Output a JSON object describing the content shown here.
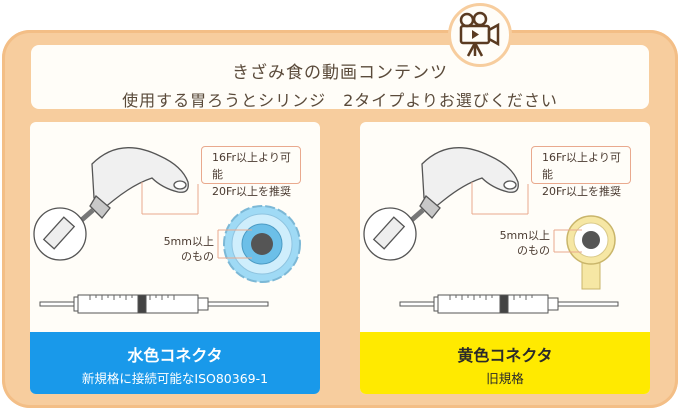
{
  "header": {
    "title": "きざみ食の動画コンテンツ",
    "subtitle": "使用する胃ろうとシリンジ　2タイプよりお選びください",
    "badge_icon": "video-camera-icon"
  },
  "panels": [
    {
      "note_line1": "16Fr以上より可能",
      "note_line2": "20Fr以上を推奨",
      "size_line1": "5mm以上",
      "size_line2": "のもの",
      "banner_title": "水色コネクタ",
      "banner_sub": "新規格に接続可能なISO80369-1",
      "banner_color": "#1999ea",
      "connector_color": "#8fd3f4"
    },
    {
      "note_line1": "16Fr以上より可能",
      "note_line2": "20Fr以上を推奨",
      "size_line1": "5mm以上",
      "size_line2": "のもの",
      "banner_title": "黄色コネクタ",
      "banner_sub": "旧規格",
      "banner_color": "#ffea00",
      "connector_color": "#fbeaa0"
    }
  ],
  "colors": {
    "frame": "#f7cd9e",
    "accent_line": "#e9a98e"
  }
}
